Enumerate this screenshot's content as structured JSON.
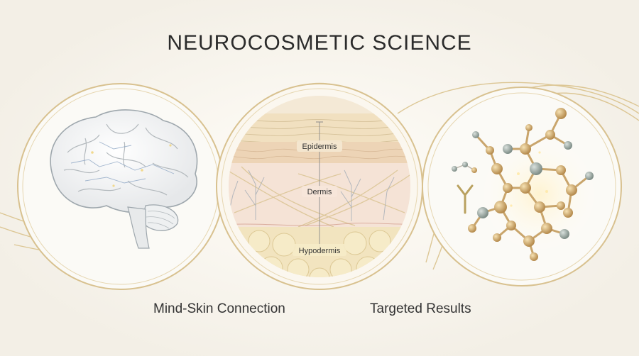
{
  "title": "NEUROCOSMETIC SCIENCE",
  "panels": {
    "brain": {
      "icon": "brain-illustration"
    },
    "skin": {
      "icon": "skin-cross-section",
      "layers": [
        "Epidermis",
        "Dermis",
        "Hypodermis"
      ]
    },
    "molecule": {
      "icon": "molecule-illustration"
    }
  },
  "captions": {
    "left": "Mind-Skin Connection",
    "right": "Targeted Results"
  },
  "colors": {
    "background": "#f8f6f1",
    "gold_accent": "#d8bf86",
    "text": "#2b2b2b"
  }
}
